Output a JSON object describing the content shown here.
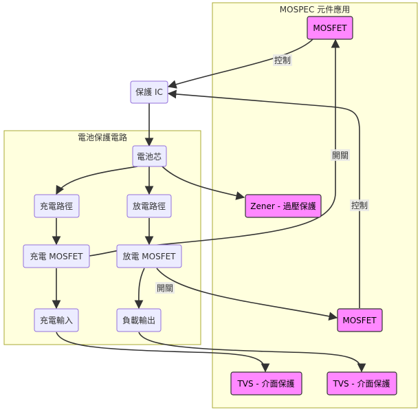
{
  "subgraphs": {
    "mospec": {
      "title": "MOSPEC 元件應用"
    },
    "battery": {
      "title": "電池保護電路"
    }
  },
  "nodes": {
    "protect_ic": "保護 IC",
    "cell": "電池芯",
    "charge_path": "充電路徑",
    "discharge_path": "放電路徑",
    "zener": "Zener - 過壓保護",
    "charge_mosfet": "充電 MOSFET",
    "discharge_mosfet": "放電 MOSFET",
    "charge_input": "充電輸入",
    "load_output": "負載輸出",
    "mosfet_top": "MOSFET",
    "mosfet_mid": "MOSFET",
    "tvs_left": "TVS - 介面保護",
    "tvs_right": "TVS - 介面保護"
  },
  "edge_labels": {
    "control_top": "控制",
    "switch_left": "開關",
    "control_right": "控制",
    "switch_bottom": "開關"
  },
  "colors": {
    "subgraph_fill": "#ffffde",
    "subgraph_stroke": "#aaaa33",
    "node_fill": "#ececff",
    "node_stroke": "#9370db",
    "highlight_fill": "#ff88ff",
    "edge": "#333333"
  }
}
